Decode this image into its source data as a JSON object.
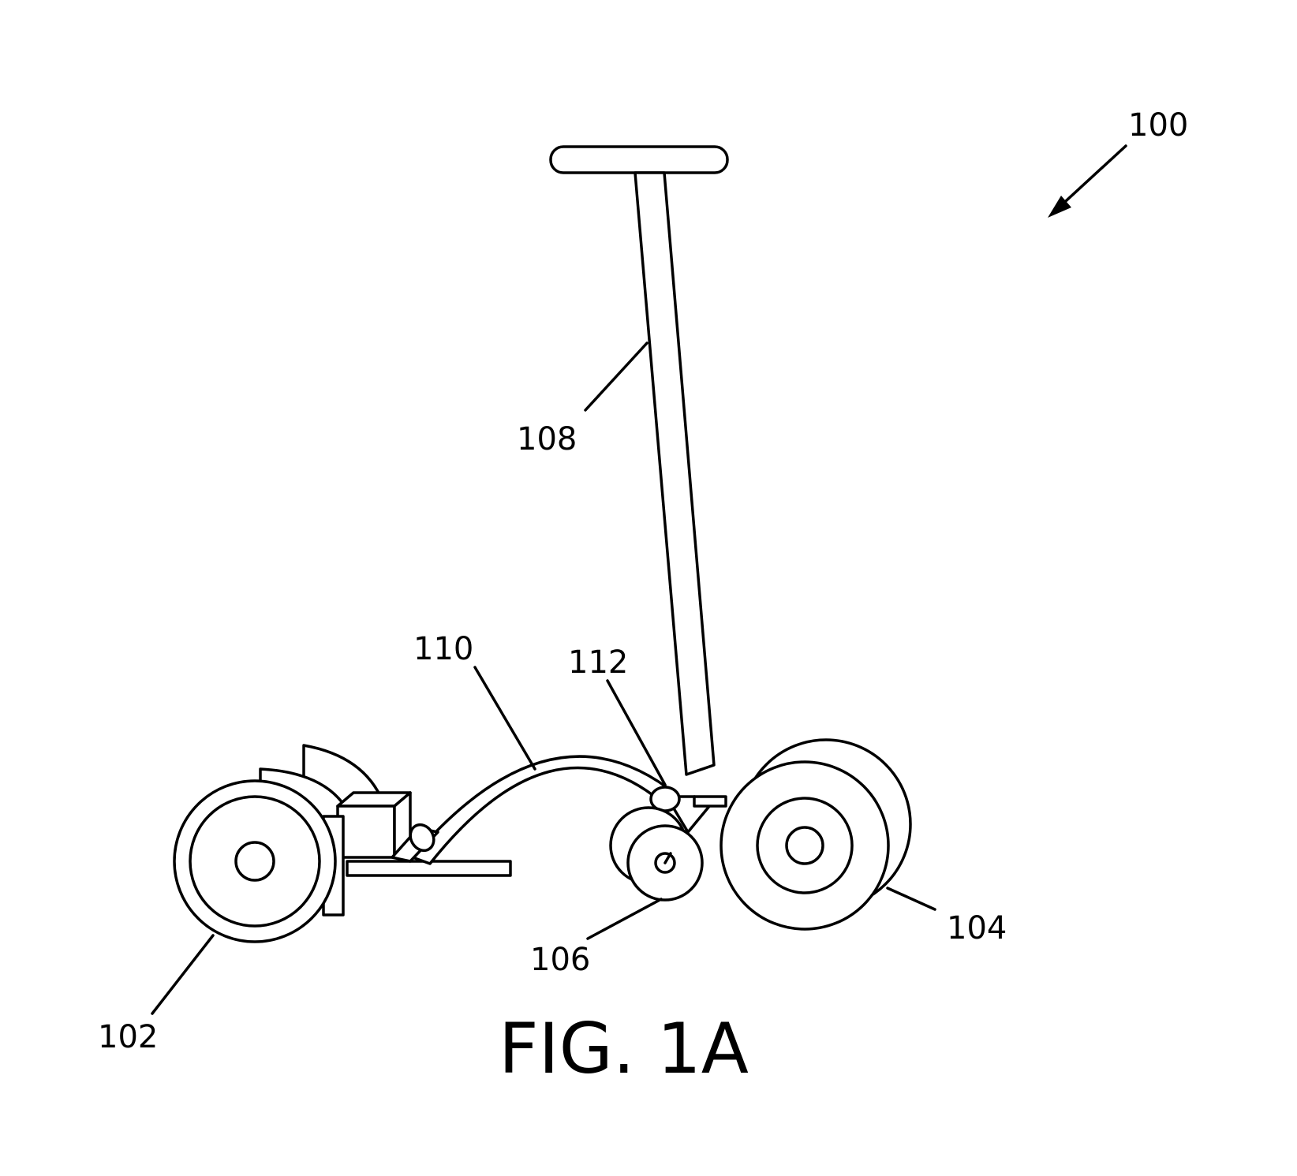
{
  "figure": {
    "caption": "FIG. 1A",
    "labels": {
      "assembly": "100",
      "rear_wheel": "102",
      "front_wheel": "104",
      "middle_wheel": "106",
      "handle": "108",
      "frame": "110",
      "pivot": "112"
    }
  }
}
